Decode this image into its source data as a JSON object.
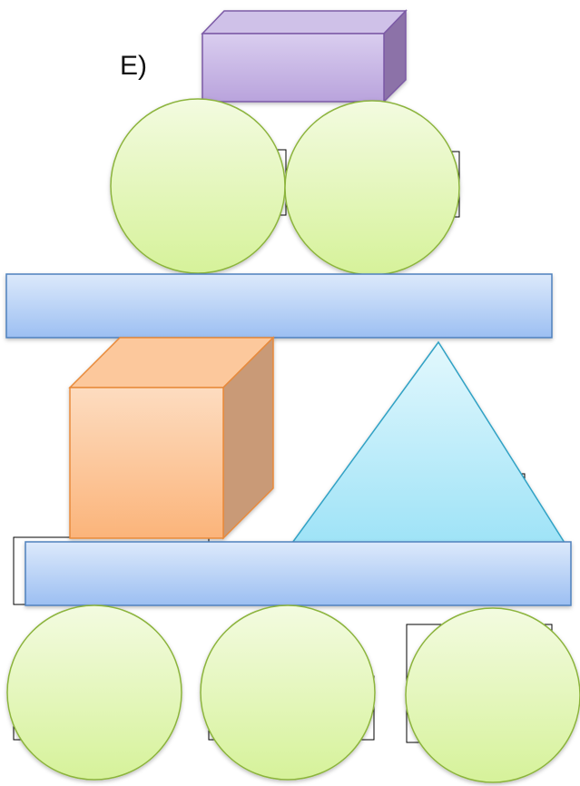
{
  "question": {
    "label": "E)"
  },
  "shapes": {
    "top_prism": {
      "name": "rectangular-prism",
      "fill": "#c8b6e2",
      "stroke": "#7b5aa6"
    },
    "upper_circles": {
      "name": "circle",
      "count": 2,
      "fill": "#dff5b0",
      "stroke": "#8cb43c"
    },
    "upper_bar": {
      "name": "rectangle-bar",
      "fill": "#a9c8f5",
      "stroke": "#4f81bd"
    },
    "cube": {
      "name": "cube",
      "fill": "#fcd1a8",
      "stroke": "#e88a3a"
    },
    "triangle": {
      "name": "triangle",
      "fill": "#bfeef9",
      "stroke": "#31a2c5"
    },
    "lower_bar": {
      "name": "rectangle-bar",
      "fill": "#a9c8f5",
      "stroke": "#4f81bd"
    },
    "lower_circles": {
      "name": "circle",
      "count": 3,
      "fill": "#dff5b0",
      "stroke": "#8cb43c"
    }
  }
}
